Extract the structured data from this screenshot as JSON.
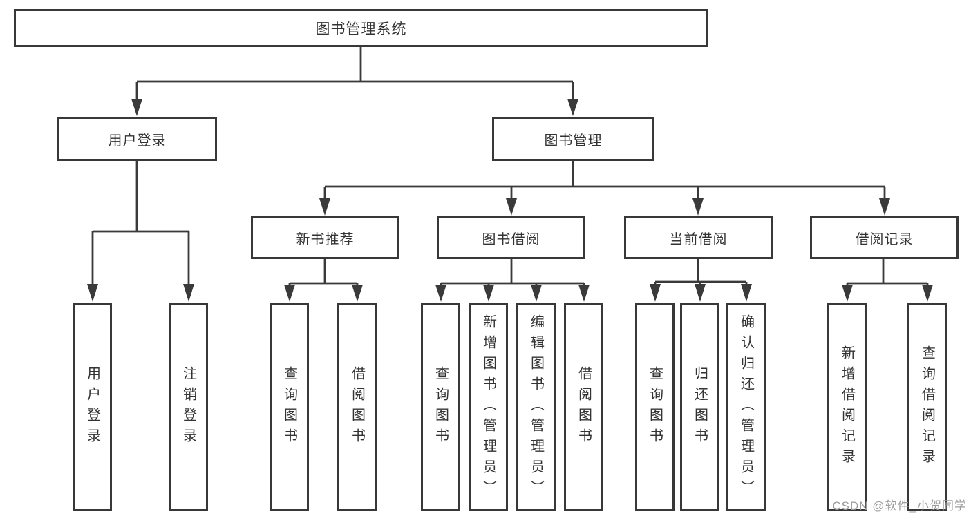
{
  "diagram": {
    "root_label": "图书管理系统",
    "level2": [
      {
        "label": "用户登录"
      },
      {
        "label": "图书管理"
      }
    ],
    "level3": [
      {
        "label": "新书推荐"
      },
      {
        "label": "图书借阅"
      },
      {
        "label": "当前借阅"
      },
      {
        "label": "借阅记录"
      }
    ],
    "leaves": {
      "user_login": [
        "用户登录",
        "注销登录"
      ],
      "new_book_recommend": [
        "查询图书",
        "借阅图书"
      ],
      "book_borrow": [
        "查询图书",
        "新增图书（管理员）",
        "编辑图书（管理员）",
        "借阅图书"
      ],
      "current_borrow": [
        "查询图书",
        "归还图书",
        "确认归还（管理员）"
      ],
      "borrow_records": [
        "新增借阅记录",
        "查询借阅记录"
      ]
    },
    "colors": {
      "line": "#3a3a3a",
      "border": "#383838",
      "text": "#333333",
      "background": "#ffffff",
      "watermark": "#9c9c9c"
    }
  },
  "watermark": {
    "text": "CSDN @软件_小贺同学"
  }
}
